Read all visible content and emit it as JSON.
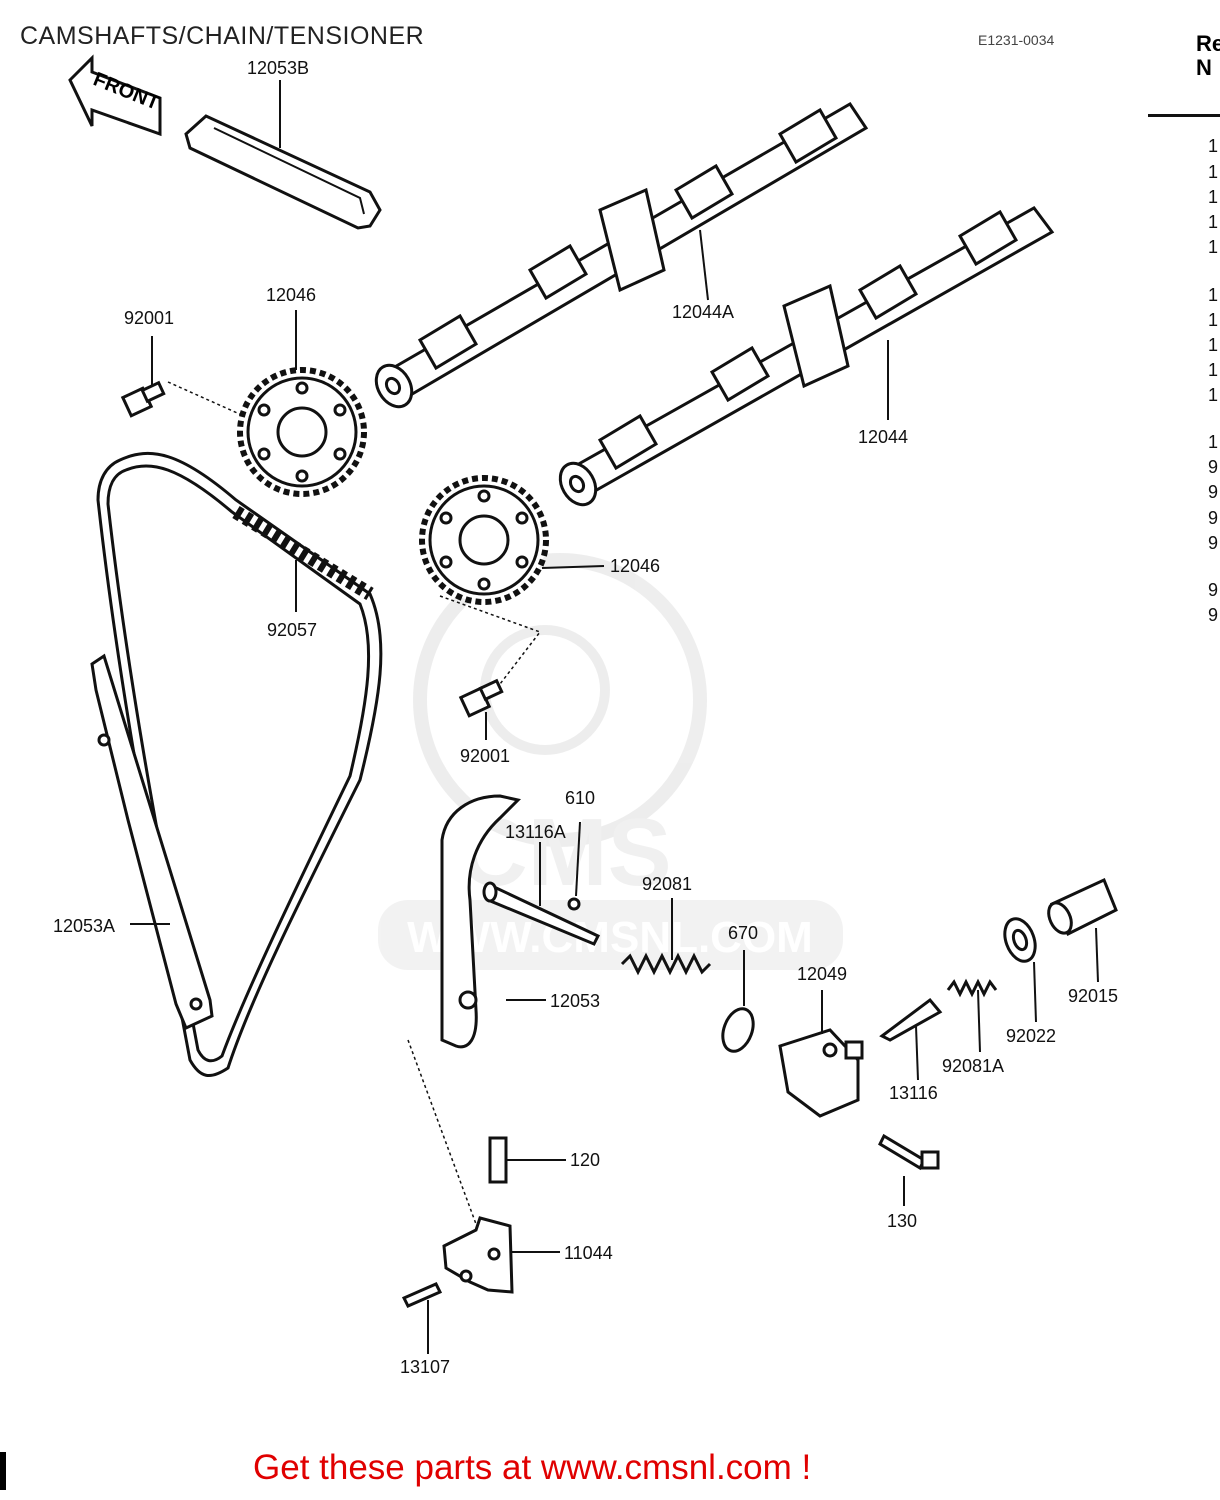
{
  "title": "CAMSHAFTS/CHAIN/TENSIONER",
  "diagram_code": "E1231-0034",
  "ref_header": {
    "line1": "Re",
    "line2": "N"
  },
  "ref_column": [
    "1",
    "1",
    "1",
    "1",
    "1",
    "1",
    "1",
    "1",
    "1",
    "1",
    "1",
    "9",
    "9",
    "9",
    "9",
    "9",
    "9"
  ],
  "front_arrow_label": "FRONT",
  "watermark": {
    "badge": "CMS",
    "url": "WWW.CMSNL.COM"
  },
  "parts": {
    "p12053B": "12053B",
    "p12046_top": "12046",
    "p92001_top": "92001",
    "p12044A": "12044A",
    "p12044": "12044",
    "p92057": "92057",
    "p12046_mid": "12046",
    "p92001_mid": "92001",
    "p610": "610",
    "p13116A": "13116A",
    "p92081": "92081",
    "p670": "670",
    "p12049": "12049",
    "p12053A": "12053A",
    "p12053": "12053",
    "p92015": "92015",
    "p92022": "92022",
    "p92081A": "92081A",
    "p13116": "13116",
    "p120": "120",
    "p11044": "11044",
    "p130": "130",
    "p13107": "13107"
  },
  "footer": "Get these parts at www.cmsnl.com !"
}
